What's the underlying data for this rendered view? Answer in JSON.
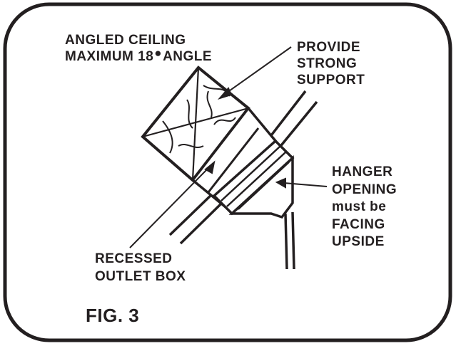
{
  "labels": {
    "angled_ceiling": {
      "line1": "ANGLED CEILING",
      "line2_prefix": "MAXIMUM 18",
      "line2_degree": "●",
      "line2_suffix": "ANGLE"
    },
    "support": {
      "line1": "PROVIDE",
      "line2": "STRONG",
      "line3": "SUPPORT"
    },
    "hanger": {
      "line1": "HANGER",
      "line2": "OPENING",
      "line3": "must be",
      "line4": "FACING",
      "line5": "UPSIDE"
    },
    "outlet": {
      "line1": "RECESSED",
      "line2": "OUTLET BOX"
    }
  },
  "figure_title": "FIG. 3",
  "colors": {
    "ink": "#231f20",
    "background": "#ffffff"
  }
}
